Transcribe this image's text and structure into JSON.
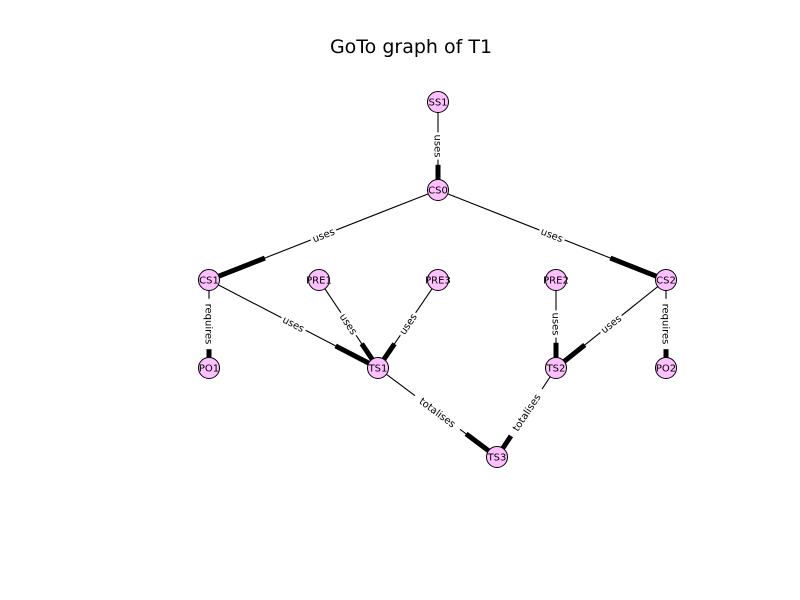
{
  "title": "GoTo graph of T1",
  "colors": {
    "node_fill": "#ffc0ff",
    "stroke": "#000000"
  },
  "nodes": [
    {
      "id": "SS1",
      "label": "SS1"
    },
    {
      "id": "CS0",
      "label": "CS0"
    },
    {
      "id": "CS1",
      "label": "CS1"
    },
    {
      "id": "CS2",
      "label": "CS2"
    },
    {
      "id": "PRE1",
      "label": "PRE1"
    },
    {
      "id": "PRE3",
      "label": "PRE3"
    },
    {
      "id": "PRE2",
      "label": "PRE2"
    },
    {
      "id": "PO1",
      "label": "PO1"
    },
    {
      "id": "TS1",
      "label": "TS1"
    },
    {
      "id": "TS2",
      "label": "TS2"
    },
    {
      "id": "PO2",
      "label": "PO2"
    },
    {
      "id": "TS3",
      "label": "TS3"
    }
  ],
  "edges": [
    {
      "source": "SS1",
      "target": "CS0",
      "label": "uses"
    },
    {
      "source": "CS0",
      "target": "CS1",
      "label": "uses"
    },
    {
      "source": "CS0",
      "target": "CS2",
      "label": "uses"
    },
    {
      "source": "CS1",
      "target": "PO1",
      "label": "requires"
    },
    {
      "source": "CS1",
      "target": "TS1",
      "label": "uses"
    },
    {
      "source": "PRE1",
      "target": "TS1",
      "label": "uses"
    },
    {
      "source": "PRE3",
      "target": "TS1",
      "label": "uses"
    },
    {
      "source": "PRE2",
      "target": "TS2",
      "label": "uses"
    },
    {
      "source": "CS2",
      "target": "TS2",
      "label": "uses"
    },
    {
      "source": "CS2",
      "target": "PO2",
      "label": "requires"
    },
    {
      "source": "TS1",
      "target": "TS3",
      "label": "totalises"
    },
    {
      "source": "TS2",
      "target": "TS3",
      "label": "totalises"
    }
  ]
}
